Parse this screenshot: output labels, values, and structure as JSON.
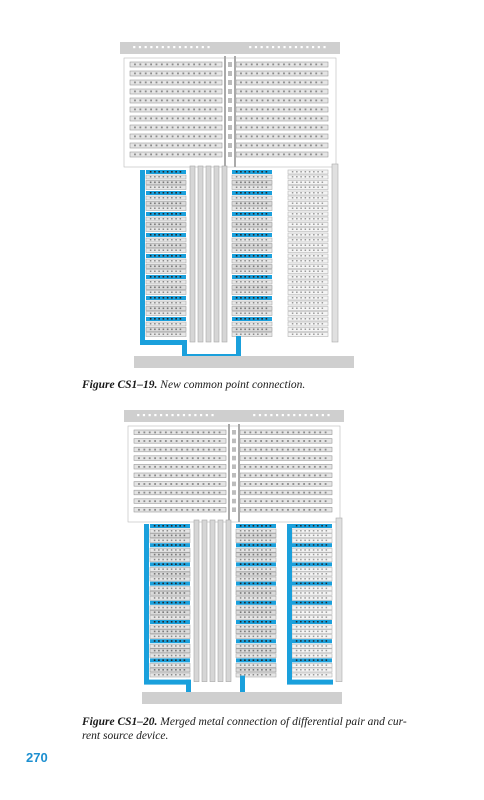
{
  "figures": [
    {
      "id": "fig1",
      "label": "Figure CS1–19.",
      "caption": "New common point connection."
    },
    {
      "id": "fig2",
      "label": "Figure CS1–20.",
      "caption": "Merged metal connection of differential pair and cur-rent source device."
    }
  ],
  "page_number": "270",
  "colors": {
    "metal_highlight": "#1aa0dc",
    "structure_gray": "#c8c8c8",
    "dark_contact": "#222222",
    "page_number": "#1c8fd0"
  }
}
